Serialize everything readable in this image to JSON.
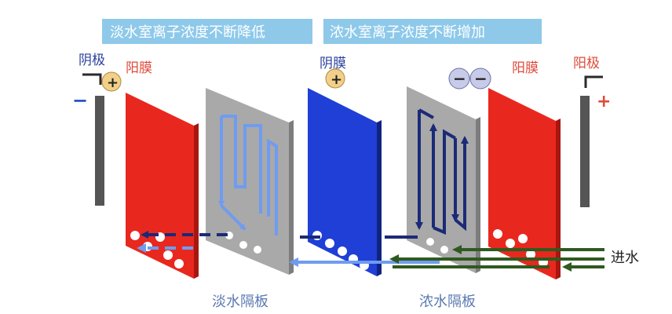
{
  "banners": {
    "left": "淡水室离子浓度不断降低",
    "right": "浓水室离子浓度不断增加"
  },
  "labels": {
    "cathode": "阴极",
    "anode": "阳极",
    "cation_membrane_left": "阳膜",
    "cation_membrane_right": "阳膜",
    "anion_membrane": "阴膜",
    "fresh_spacer": "淡水隔板",
    "conc_spacer": "浓水隔板",
    "water_inlet": "进水"
  },
  "signs": {
    "cathode_sign": "−",
    "anode_sign": "+",
    "cation_ion": "+",
    "anion_ion": "−"
  },
  "colors": {
    "banner_bg": "#8ec9ea",
    "cation_membrane": "#e8281e",
    "anion_membrane": "#1f3fd6",
    "spacer": "#a9a9a9",
    "electrode": "#555555",
    "fresh_flow": "#6f9cf0",
    "conc_flow": "#1b2a78",
    "inlet_flow": "#2f5a1f"
  }
}
